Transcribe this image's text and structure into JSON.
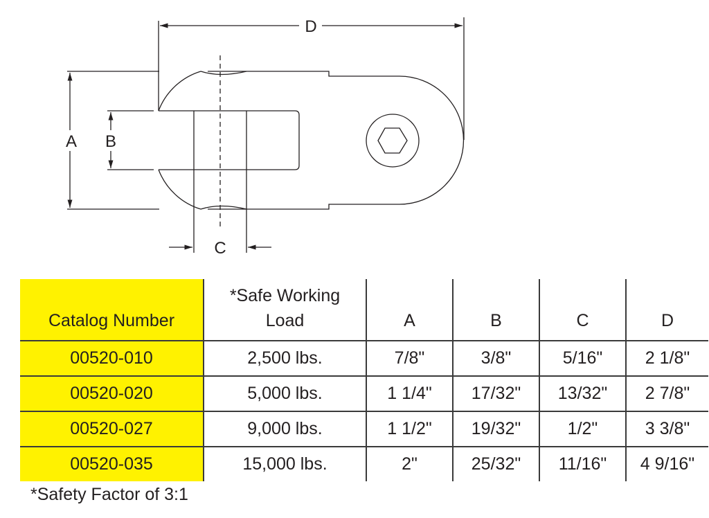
{
  "diagram": {
    "labels": {
      "a": "A",
      "b": "B",
      "c": "C",
      "d": "D"
    }
  },
  "table": {
    "headers": [
      "Catalog  Number",
      "*Safe Working",
      "Load",
      "A",
      "B",
      "C",
      "D"
    ],
    "rows": [
      [
        "00520-010",
        "2,500 lbs.",
        "7/8\"",
        "3/8\"",
        "5/16\"",
        "2 1/8\""
      ],
      [
        "00520-020",
        "5,000 lbs.",
        "1 1/4\"",
        "17/32\"",
        "13/32\"",
        "2 7/8\""
      ],
      [
        "00520-027",
        "9,000 lbs.",
        "1 1/2\"",
        "19/32\"",
        "1/2\"",
        "3 3/8\""
      ],
      [
        "00520-035",
        "15,000 lbs.",
        "2\"",
        "25/32\"",
        "11/16\"",
        "4 9/16\""
      ]
    ],
    "highlight_color": "#fff200"
  },
  "footnote": "*Safety Factor of 3:1"
}
